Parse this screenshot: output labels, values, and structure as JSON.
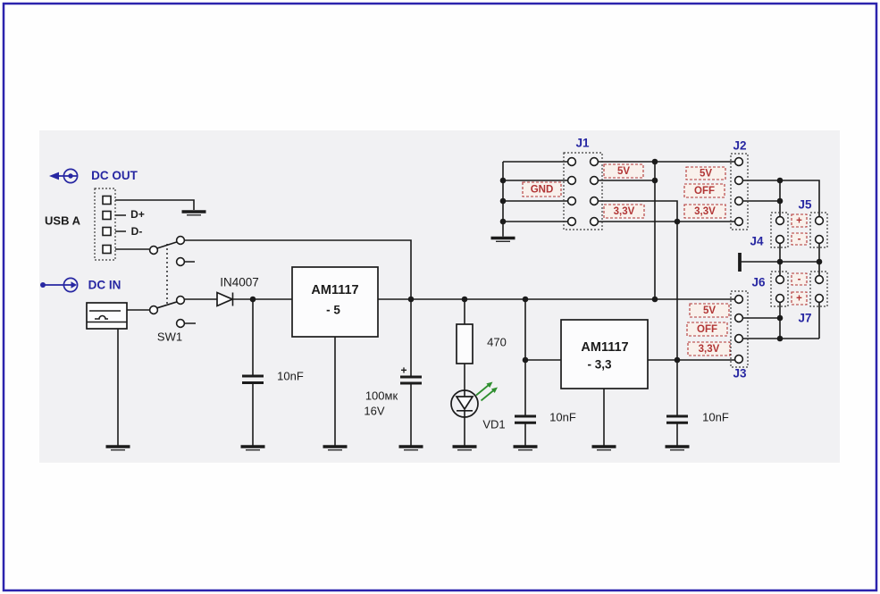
{
  "colors": {
    "page_border": "#2b23ad",
    "canvas_bg": "#f1f1f3",
    "wire": "#1b1b1b",
    "navy": "#2727a2",
    "red": "#b13535",
    "green": "#2f8f2f",
    "component_fill": "#fcfcfd"
  },
  "io": {
    "dc_out": "DC OUT",
    "dc_in": "DC IN",
    "usb": "USB A",
    "d_plus": "D+",
    "d_minus": "D-",
    "switch_label": "SW1"
  },
  "parts": {
    "diode": "IN4007",
    "reg5_name": "AM1117",
    "reg5_suffix": "- 5",
    "reg33_name": "AM1117",
    "reg33_suffix": "- 3,3",
    "cap_input": "10nF",
    "cap_mid": "10nF",
    "cap_output": "10nF",
    "cap_bulk_value": "100мк",
    "cap_bulk_voltage": "16V",
    "cap_bulk_polarity": "+",
    "resistor_value": "470",
    "led_label": "VD1"
  },
  "jumpers": {
    "j1": "J1",
    "j2": "J2",
    "j3": "J3",
    "j4": "J4",
    "j5": "J5",
    "j6": "J6",
    "j7": "J7",
    "j1_gnd": "GND",
    "j1_5v": "5V",
    "j1_33v": "3,3V",
    "j2_opts": [
      "5V",
      "OFF",
      "3,3V"
    ],
    "j3_opts": [
      "5V",
      "OFF",
      "3,3V"
    ],
    "plus": "+",
    "minus": "-"
  }
}
